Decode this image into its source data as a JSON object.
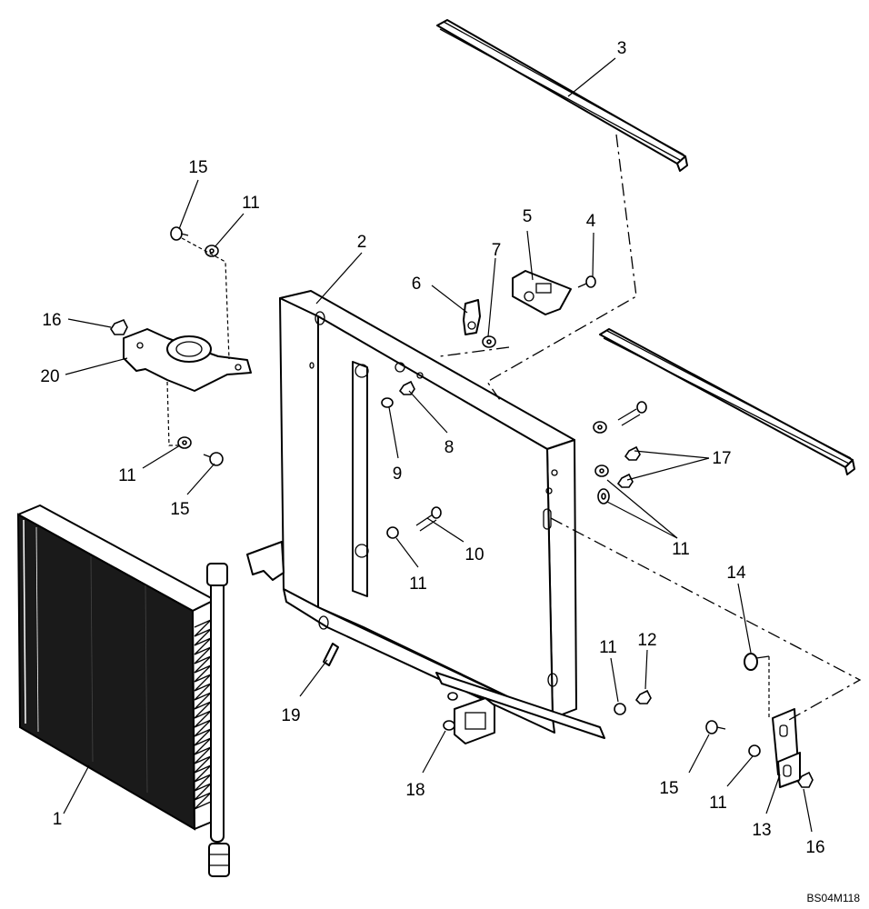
{
  "diagram_code": "BS04M118",
  "callouts": {
    "c1": "1",
    "c2": "2",
    "c3": "3",
    "c4": "4",
    "c5": "5",
    "c6": "6",
    "c7": "7",
    "c8": "8",
    "c9": "9",
    "c10": "10",
    "c11a": "11",
    "c11b": "11",
    "c11c": "11",
    "c11d": "11",
    "c11e": "11",
    "c11f": "11",
    "c12": "12",
    "c13": "13",
    "c14": "14",
    "c15a": "15",
    "c15b": "15",
    "c15c": "15",
    "c16a": "16",
    "c16b": "16",
    "c17": "17",
    "c18": "18",
    "c19": "19",
    "c20": "20"
  }
}
